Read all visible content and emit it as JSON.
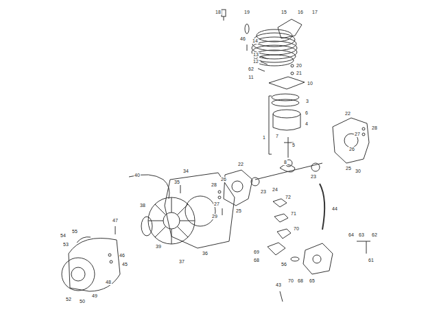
{
  "diagram": {
    "labels": [
      "18",
      "19",
      "15",
      "16",
      "17",
      "46",
      "14",
      "13",
      "12",
      "62",
      "11",
      "20",
      "21",
      "10",
      "3",
      "6",
      "4",
      "1",
      "7",
      "5",
      "8",
      "22",
      "28",
      "27",
      "26",
      "25",
      "30",
      "23",
      "24",
      "22",
      "23",
      "28",
      "26",
      "27",
      "25",
      "29",
      "34",
      "35",
      "40",
      "38",
      "39",
      "37",
      "36",
      "47",
      "46",
      "45",
      "48",
      "49",
      "50",
      "52",
      "53",
      "54",
      "55",
      "44",
      "72",
      "71",
      "70",
      "69",
      "68",
      "56",
      "43",
      "70",
      "68",
      "65",
      "64",
      "63",
      "62",
      "61"
    ]
  }
}
